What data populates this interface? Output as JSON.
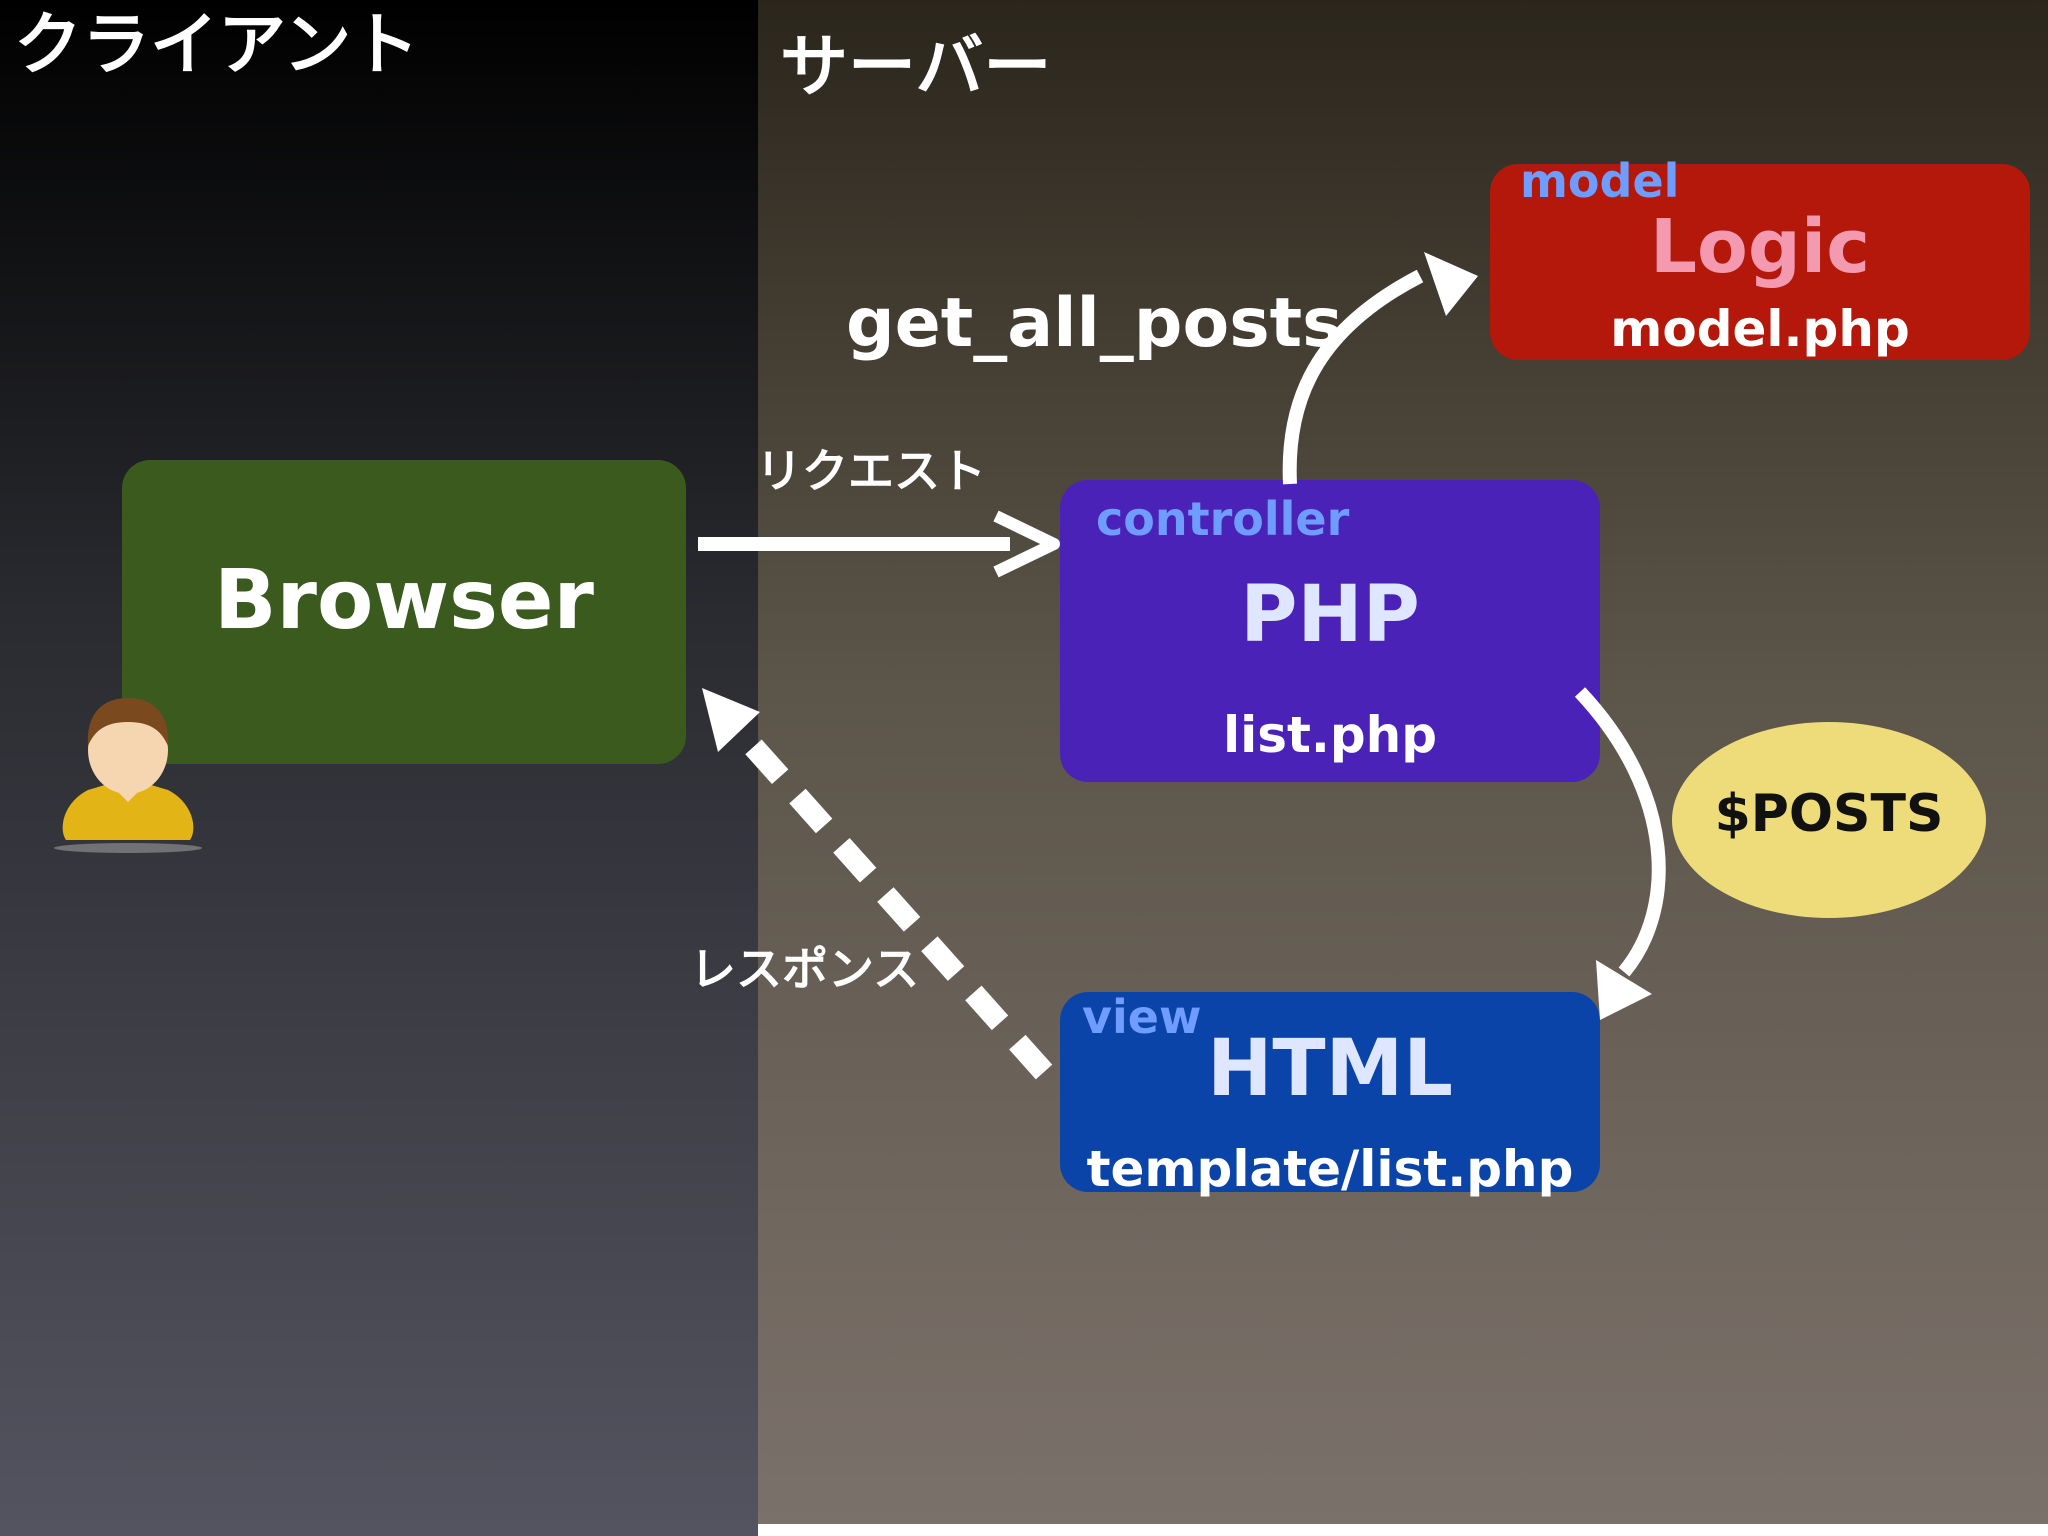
{
  "client": {
    "title": "クライアント"
  },
  "server": {
    "title": "サーバー"
  },
  "browser_box": {
    "label": "Browser"
  },
  "controller_box": {
    "tag": "controller",
    "title": "PHP",
    "file": "list.php"
  },
  "model_box": {
    "tag": "model",
    "title": "Logic",
    "file": "model.php"
  },
  "view_box": {
    "tag": "view",
    "title": "HTML",
    "file": "template/list.php"
  },
  "posts_bubble": {
    "label": "$POSTS"
  },
  "arrows": {
    "request_label": "リクエスト",
    "response_label": "レスポンス",
    "call_label": "get_all_posts"
  },
  "user": {
    "icon": "user-icon"
  },
  "colors": {
    "browser": "#3a5a1e",
    "controller": "#4b22b8",
    "model": "#b3180a",
    "view": "#0a44a8",
    "posts": "#eedc7a",
    "tag_blue": "#6f9dff",
    "logic_pink": "#f49ab0",
    "title_lavender": "#dfe6ff"
  }
}
